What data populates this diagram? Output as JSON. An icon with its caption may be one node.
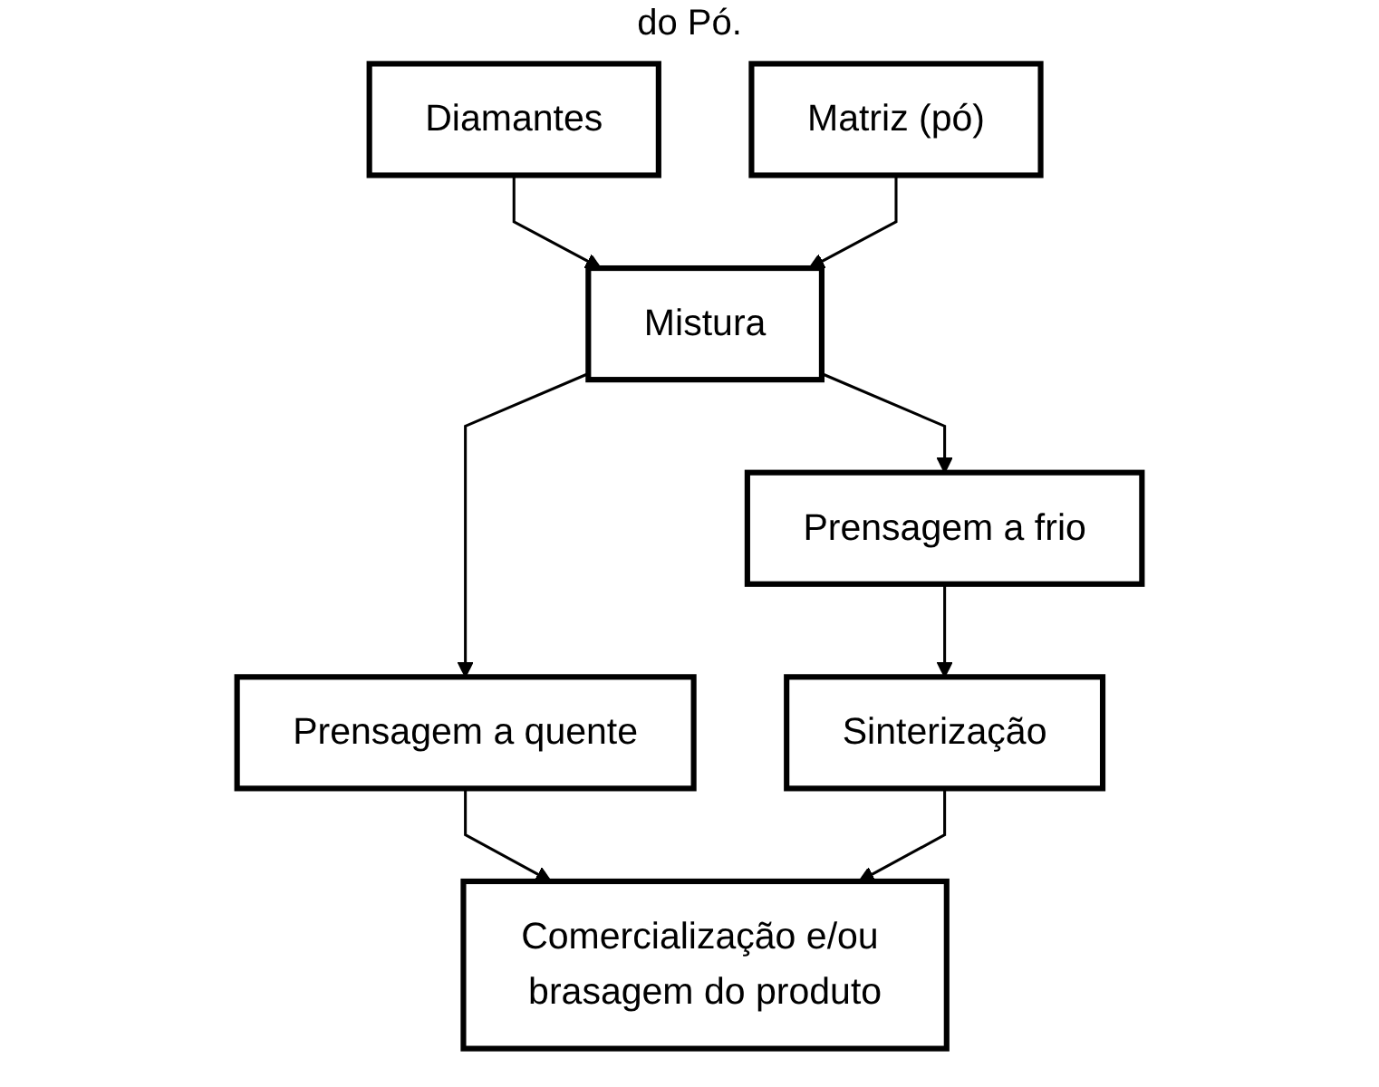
{
  "diagram": {
    "title": "do Pó.",
    "nodes": [
      {
        "text": [
          "Diamantes"
        ]
      },
      {
        "text": [
          "Matriz (pó)"
        ]
      },
      {
        "text": [
          "Mistura"
        ]
      },
      {
        "text": [
          "Prensagem a quente"
        ]
      },
      {
        "text": [
          "Prensagem a frio"
        ]
      },
      {
        "text": [
          "Sinterização"
        ]
      },
      {
        "text": [
          "Comercialização e/ou brasagem do produto"
        ]
      }
    ],
    "edges": [
      {
        "from": 0,
        "to": 2,
        "arrow": "to"
      },
      {
        "from": 1,
        "to": 2,
        "arrow": "to"
      },
      {
        "from": 2,
        "to": 3,
        "arrow": "to"
      },
      {
        "from": 2,
        "to": 4,
        "arrow": "to"
      },
      {
        "from": 4,
        "to": 5,
        "arrow": "to"
      },
      {
        "from": 3,
        "to": 6,
        "arrow": "to"
      },
      {
        "from": 5,
        "to": 6,
        "arrow": "to"
      }
    ]
  }
}
